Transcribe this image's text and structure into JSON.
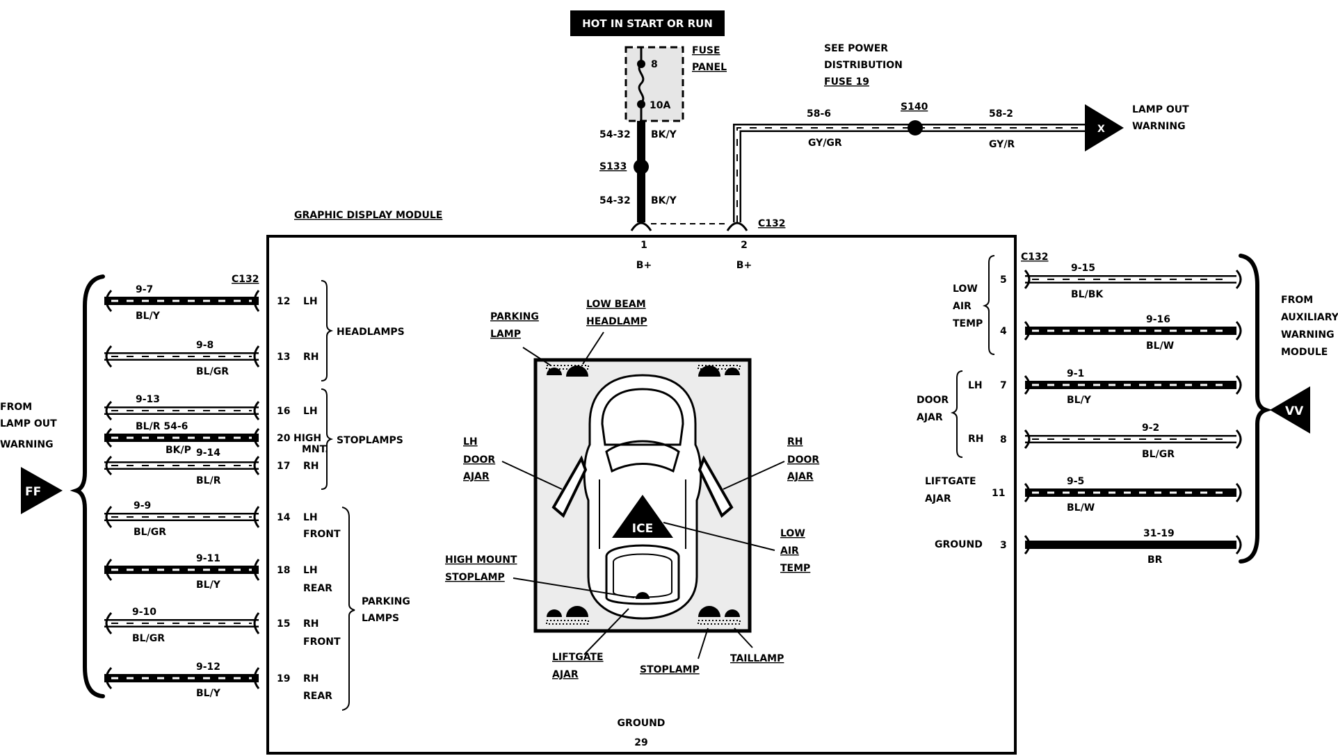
{
  "header": {
    "hot_label": "HOT IN START OR RUN"
  },
  "fuse": {
    "label_1": "FUSE",
    "label_2": "PANEL",
    "number": "8",
    "rating": "10A"
  },
  "power_dist": {
    "line1": "SEE POWER",
    "line2": "DISTRIBUTION",
    "line3": "FUSE 19"
  },
  "feed": {
    "upper_circuit": "54-32",
    "upper_color": "BK/Y",
    "splice": "S133",
    "lower_circuit": "54-32",
    "lower_color": "BK/Y"
  },
  "lamp_out_wire": {
    "circuit_a": "58-6",
    "color_a": "GY/GR",
    "splice": "S140",
    "circuit_b": "58-2",
    "color_b": "GY/R",
    "connector_letter": "X",
    "dest_1": "LAMP OUT",
    "dest_2": "WARNING"
  },
  "module": {
    "title": "GRAPHIC DISPLAY MODULE",
    "top_connector": "C132",
    "pin1": "1",
    "pin1_label": "B+",
    "pin2": "2",
    "pin2_label": "B+",
    "ground_label": "GROUND",
    "ground_pin": "29"
  },
  "left": {
    "connector": "C132",
    "from_1": "FROM",
    "from_2": "LAMP OUT",
    "from_3": "WARNING",
    "connector_letter": "FF",
    "wires": [
      {
        "circuit": "9-7",
        "color": "BL/Y",
        "pin": "12",
        "side": "LH"
      },
      {
        "circuit": "9-8",
        "color": "BL/GR",
        "pin": "13",
        "side": "RH"
      },
      {
        "circuit": "9-13",
        "color": "BL/R 54-6",
        "pin": "16",
        "side": "LH"
      },
      {
        "circuit": "BK/P",
        "color": "",
        "pin": "20",
        "side": "HIGH"
      },
      {
        "circuit": "9-14",
        "color": "BL/R",
        "pin": "17",
        "side": "RH"
      },
      {
        "circuit": "9-9",
        "color": "BL/GR",
        "pin": "14",
        "side": "LH"
      },
      {
        "circuit": "9-11",
        "color": "BL/Y",
        "pin": "18",
        "side": "LH"
      },
      {
        "circuit": "9-10",
        "color": "BL/GR",
        "pin": "15",
        "side": "RH"
      },
      {
        "circuit": "9-12",
        "color": "BL/Y",
        "pin": "19",
        "side": "RH"
      }
    ],
    "mnt": "MNT.",
    "front_1": "FRONT",
    "rear_1": "REAR",
    "front_2": "FRONT",
    "rear_2": "REAR",
    "group_headlamps": "HEADLAMPS",
    "group_stoplamps": "STOPLAMPS",
    "group_parking_1": "PARKING",
    "group_parking_2": "LAMPS"
  },
  "right": {
    "connector": "C132",
    "from_1": "FROM",
    "from_2": "AUXILIARY",
    "from_3": "WARNING",
    "from_4": "MODULE",
    "connector_letter": "VV",
    "wires": [
      {
        "circuit": "9-15",
        "color": "BL/BK",
        "pin": "5"
      },
      {
        "circuit": "9-16",
        "color": "BL/W",
        "pin": "4"
      },
      {
        "circuit": "9-1",
        "color": "BL/Y",
        "pin": "7"
      },
      {
        "circuit": "9-2",
        "color": "BL/GR",
        "pin": "8"
      },
      {
        "circuit": "9-5",
        "color": "BL/W",
        "pin": "11"
      },
      {
        "circuit": "31-19",
        "color": "BR",
        "pin": "3"
      }
    ],
    "low_air_temp_1": "LOW",
    "low_air_temp_2": "AIR",
    "low_air_temp_3": "TEMP",
    "door_ajar_1": "DOOR",
    "door_ajar_2": "AJAR",
    "lh": "LH",
    "rh": "RH",
    "liftgate_1": "LIFTGATE",
    "liftgate_2": "AJAR",
    "ground": "GROUND"
  },
  "display": {
    "parking_lamp_1": "PARKING",
    "parking_lamp_2": "LAMP",
    "low_beam_1": "LOW BEAM",
    "low_beam_2": "HEADLAMP",
    "lh_door_1": "LH",
    "lh_door_2": "DOOR",
    "lh_door_3": "AJAR",
    "rh_door_1": "RH",
    "rh_door_2": "DOOR",
    "rh_door_3": "AJAR",
    "ice": "ICE",
    "low_air_1": "LOW",
    "low_air_2": "AIR",
    "low_air_3": "TEMP",
    "high_mount_1": "HIGH MOUNT",
    "high_mount_2": "STOPLAMP",
    "liftgate_1": "LIFTGATE",
    "liftgate_2": "AJAR",
    "stoplamp": "STOPLAMP",
    "taillamp": "TAILLAMP"
  }
}
